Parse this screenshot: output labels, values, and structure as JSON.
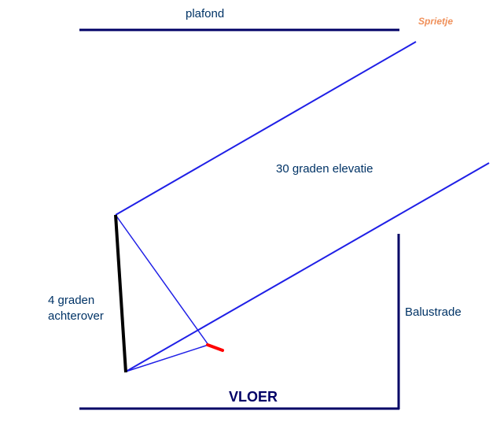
{
  "labels": {
    "ceiling": "plafond",
    "elevation": "30 graden elevatie",
    "tilt_line1": "4 graden",
    "tilt_line2": "achterover",
    "railing": "Balustrade",
    "floor": "VLOER",
    "credit": "Sprietje"
  },
  "colors": {
    "ceiling_line": "#000066",
    "floor_line": "#000066",
    "railing_line": "#000066",
    "rays": "#1f1fe6",
    "speaker_panel": "#000000",
    "listener_mark": "#ff0000",
    "label_text": "#003366",
    "credit_text": "#f0905a"
  }
}
